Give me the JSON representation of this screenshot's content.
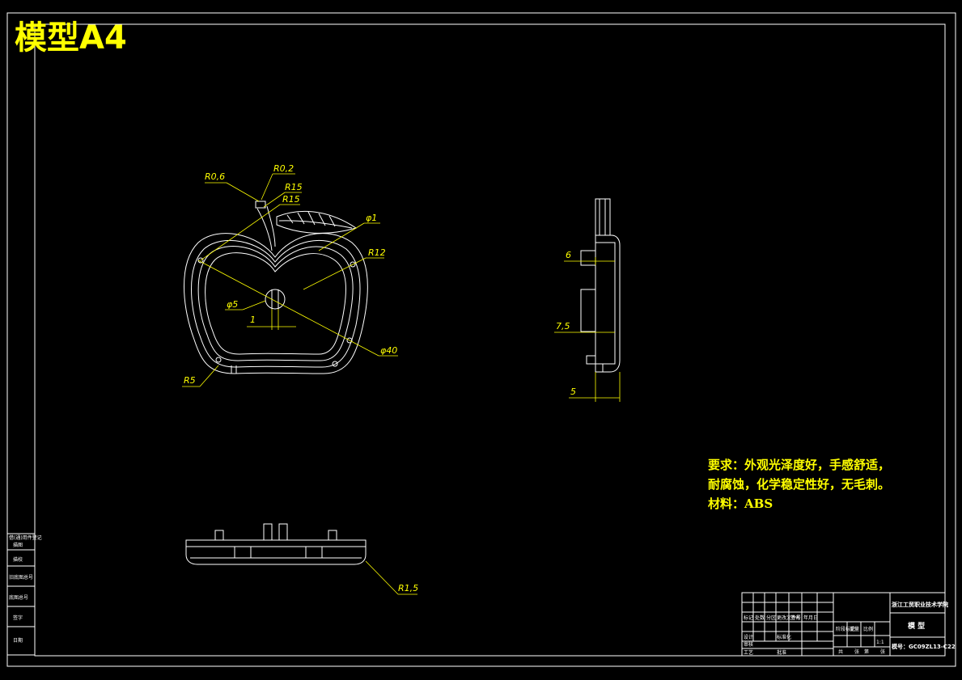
{
  "title": "模型A4",
  "dimensions": {
    "r06": "R0,6",
    "r02": "R0,2",
    "r15a": "R15",
    "r15b": "R15",
    "d1": "φ1",
    "r12": "R12",
    "d5": "φ5",
    "one": "1",
    "d40": "φ40",
    "r5": "R5",
    "six": "6",
    "seven5": "7,5",
    "five": "5",
    "r15small": "R1,5"
  },
  "requirements": {
    "line1": "要求：外观光泽度好，手感舒适，",
    "line2": "耐腐蚀，化学稳定性好，无毛刺。",
    "line3": "材料：ABS"
  },
  "title_block": {
    "school": "浙江工贸职业技术学院",
    "part_name": "模 型",
    "drawing_no": "模号：GC09ZL13-C22",
    "cells": [
      "标记",
      "处数",
      "分区",
      "更改文件号",
      "签名",
      "年月日",
      "设计",
      "标准化",
      "阶段标记",
      "重量",
      "比例",
      "审核",
      "工艺",
      "批准",
      "共",
      "张",
      "第",
      "张"
    ],
    "scale": "1:1"
  },
  "side_labels": [
    "借(通)用件登记",
    "描图",
    "描校",
    "旧底图总号",
    "底图总号",
    "签字",
    "日期"
  ],
  "colors": {
    "annotation": "#ffff00",
    "outline": "#ffffff",
    "background": "#000000"
  }
}
